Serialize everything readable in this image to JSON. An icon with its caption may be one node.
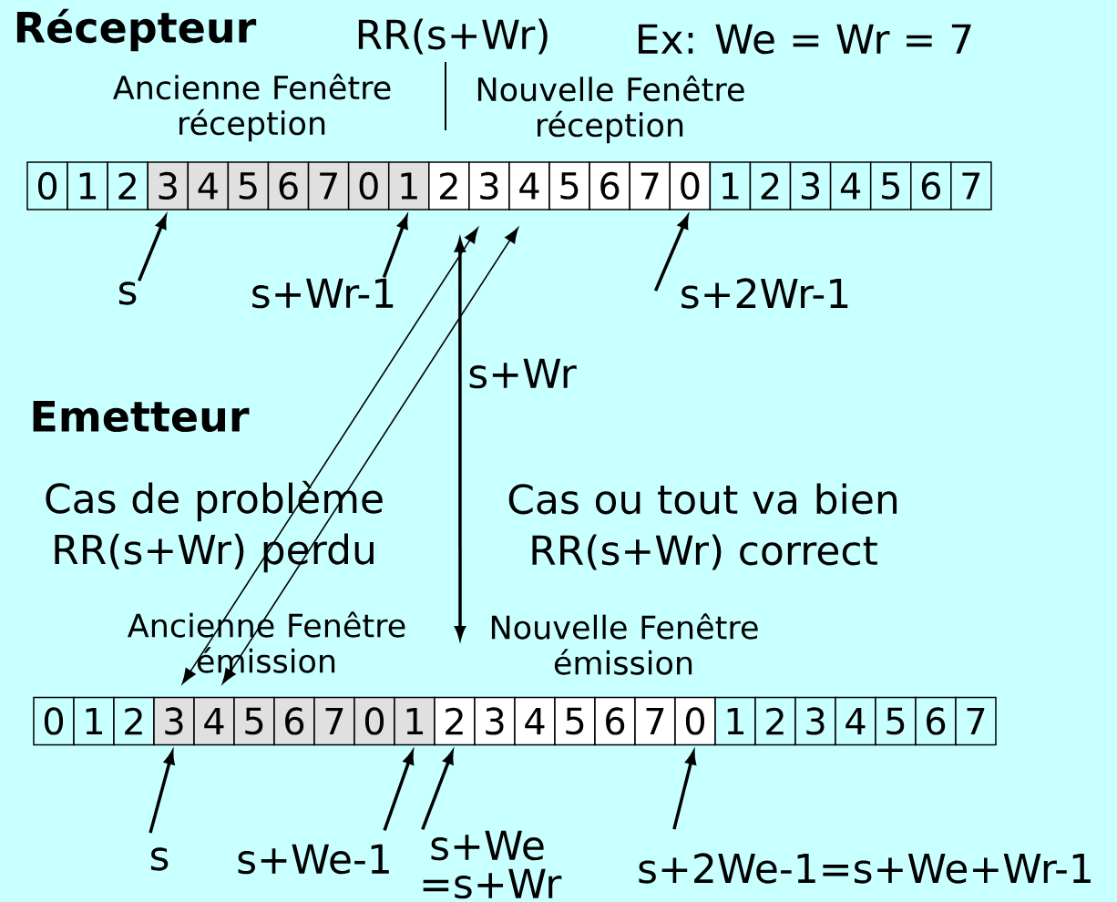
{
  "diagram": {
    "nodes": [
      {
        "text": [
          "0"
        ]
      },
      {
        "text": [
          "1"
        ]
      },
      {
        "text": [
          "2"
        ]
      },
      {
        "text": [
          "3"
        ]
      },
      {
        "text": [
          "4"
        ]
      },
      {
        "text": [
          "5"
        ]
      },
      {
        "text": [
          "6"
        ]
      },
      {
        "text": [
          "7"
        ]
      },
      {
        "text": [
          "0"
        ]
      },
      {
        "text": [
          "1"
        ]
      },
      {
        "text": [
          "2"
        ]
      },
      {
        "text": [
          "3"
        ]
      },
      {
        "text": [
          "4"
        ]
      },
      {
        "text": [
          "5"
        ]
      },
      {
        "text": [
          "6"
        ]
      },
      {
        "text": [
          "7"
        ]
      },
      {
        "text": [
          "0"
        ]
      },
      {
        "text": [
          "1"
        ]
      },
      {
        "text": [
          "2"
        ]
      },
      {
        "text": [
          "3"
        ]
      },
      {
        "text": [
          "4"
        ]
      },
      {
        "text": [
          "5"
        ]
      },
      {
        "text": [
          "6"
        ]
      },
      {
        "text": [
          "7"
        ]
      },
      {
        "text": [
          "0"
        ]
      },
      {
        "text": [
          "1"
        ]
      },
      {
        "text": [
          "2"
        ]
      },
      {
        "text": [
          "3"
        ]
      },
      {
        "text": [
          "4"
        ]
      },
      {
        "text": [
          "5"
        ]
      },
      {
        "text": [
          "6"
        ]
      },
      {
        "text": [
          "7"
        ]
      },
      {
        "text": [
          "0"
        ]
      },
      {
        "text": [
          "1"
        ]
      },
      {
        "text": [
          "2"
        ]
      },
      {
        "text": [
          "3"
        ]
      },
      {
        "text": [
          "4"
        ]
      },
      {
        "text": [
          "5"
        ]
      },
      {
        "text": [
          "6"
        ]
      },
      {
        "text": [
          "7"
        ]
      },
      {
        "text": [
          "0"
        ]
      },
      {
        "text": [
          "1"
        ]
      },
      {
        "text": [
          "2"
        ]
      },
      {
        "text": [
          "3"
        ]
      },
      {
        "text": [
          "4"
        ]
      },
      {
        "text": [
          "5"
        ]
      },
      {
        "text": [
          "6"
        ]
      },
      {
        "text": [
          "7"
        ]
      },
      {
        "text": [
          "s"
        ]
      },
      {
        "text": [
          "s+Wr-1"
        ]
      },
      {
        "text": [
          "s+2Wr-1"
        ]
      },
      {
        "text": [
          "s"
        ]
      },
      {
        "text": [
          "s+We-1"
        ]
      },
      {
        "text": [
          "s+We =s+Wr"
        ]
      },
      {
        "text": [
          "s+2We-1=s+We+Wr-1"
        ]
      }
    ],
    "edges": [
      {
        "from": 48,
        "to": 3,
        "arrow": "to"
      },
      {
        "from": 49,
        "to": 9,
        "arrow": "to"
      },
      {
        "from": 50,
        "to": 16,
        "arrow": "to"
      },
      {
        "from": 51,
        "to": 27,
        "arrow": "to"
      },
      {
        "from": 52,
        "to": 33,
        "arrow": "to"
      },
      {
        "from": 53,
        "to": 34,
        "arrow": "to"
      },
      {
        "from": 54,
        "to": 40,
        "arrow": "to"
      },
      {
        "from": 27,
        "to": 11,
        "arrow": "both"
      },
      {
        "from": 28,
        "to": 12,
        "arrow": "both"
      },
      {
        "from": null,
        "to": 10,
        "arrow": "both",
        "label": "s+Wr"
      }
    ],
    "labels": [
      "Récepteur",
      "RR(s+Wr)",
      "Ex: We = Wr = 7",
      "Ancienne Fenêtre réception",
      "Nouvelle Fenêtre réception",
      "Emetteur",
      "Cas de problème RR(s+Wr) perdu",
      "Cas ou tout va bien RR(s+Wr) correct",
      "Ancienne Fenêtre émission",
      "Nouvelle Fenêtre émission"
    ]
  }
}
